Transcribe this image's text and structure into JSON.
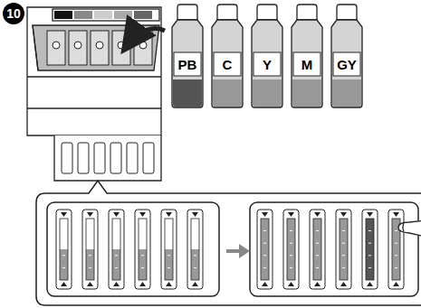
{
  "diagram": {
    "nodes": [
      {
        "text": [
          "10"
        ]
      },
      {
        "text": [
          "PB"
        ]
      },
      {
        "text": [
          "C"
        ]
      },
      {
        "text": [
          "Y"
        ]
      },
      {
        "text": [
          "M"
        ]
      },
      {
        "text": [
          "GY"
        ]
      }
    ]
  }
}
